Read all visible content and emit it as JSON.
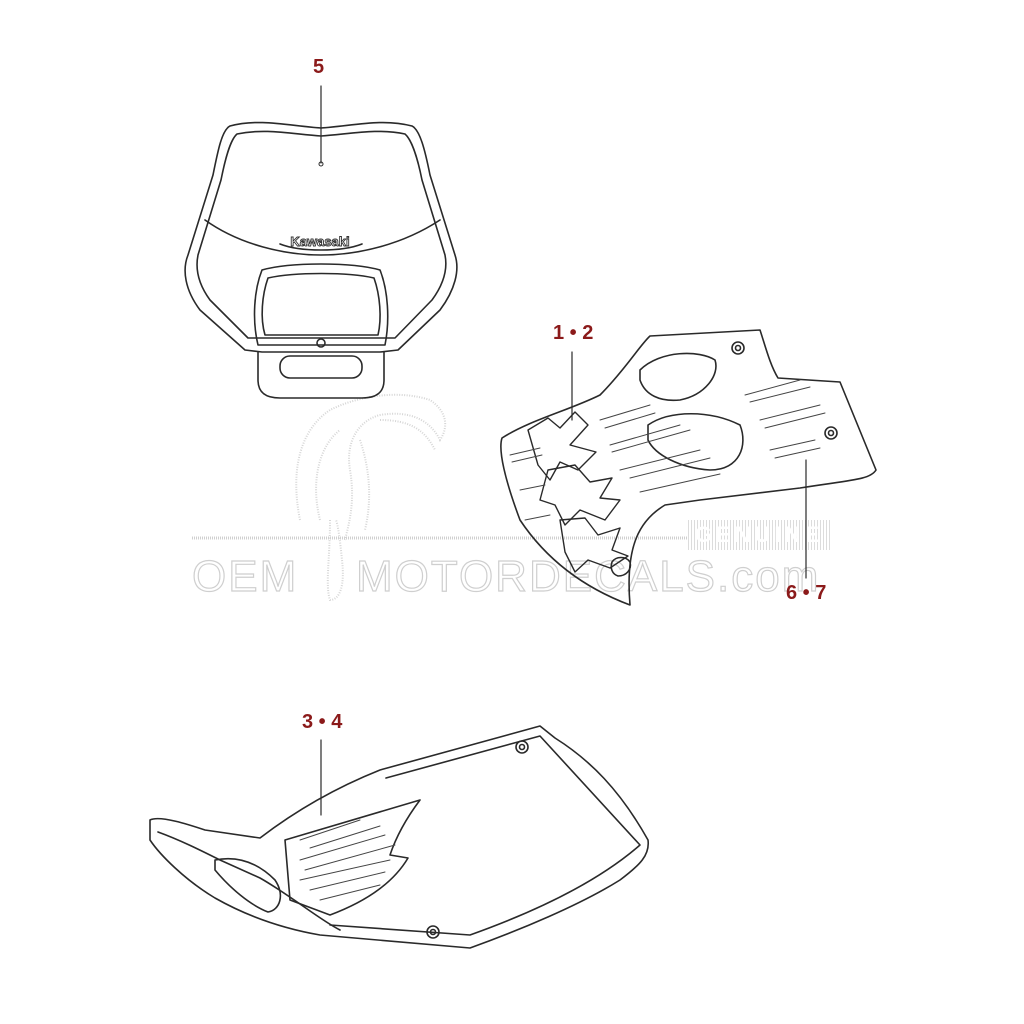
{
  "diagram": {
    "type": "exploded-parts-diagram",
    "callout_color": "#8b1a1a",
    "line_color": "#2a2a2a",
    "parts": [
      {
        "id": "headlight-cowl",
        "callout": "5",
        "brand_text": "Kawasaki"
      },
      {
        "id": "radiator-shroud-decal",
        "callout": "1 • 2"
      },
      {
        "id": "radiator-shroud-decal-lower",
        "callout": "6 • 7"
      },
      {
        "id": "side-cover-decal",
        "callout": "3 • 4"
      }
    ]
  },
  "watermark": {
    "site": "OEM MOTORDECALS.com",
    "site_left": "OEM",
    "site_right": "MOTORDECALS.com",
    "badge": "GENUINE"
  }
}
